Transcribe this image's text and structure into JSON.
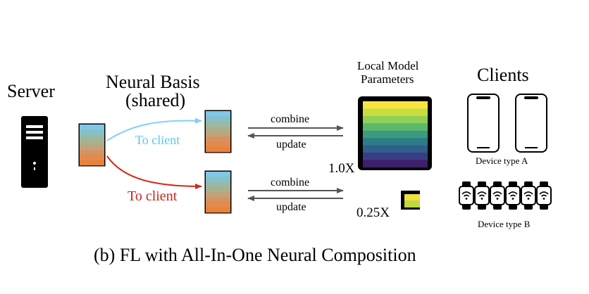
{
  "server": {
    "title": "Server"
  },
  "basis": {
    "title_line1": "Neural Basis",
    "title_line2": "(shared)"
  },
  "arrows": {
    "to_client_top": "To client",
    "to_client_bottom": "To client"
  },
  "exchange": {
    "combine": "combine",
    "update": "update"
  },
  "local_model": {
    "title_line1": "Local Model",
    "title_line2": "Parameters",
    "scale_large": "1.0X",
    "scale_small": "0.25X"
  },
  "clients": {
    "title": "Clients",
    "device_a": "Device type A",
    "device_b": "Device type B"
  },
  "caption": "(b) FL with All-In-One Neural Composition",
  "colors": {
    "top_arrow": "#7fd1f5",
    "bottom_arrow": "#d42a1c",
    "top_label": "#5ac8f0",
    "bottom_label": "#cc2418",
    "basis_gradient": [
      "#7fc8e8",
      "#86c0c8",
      "#97b9a8",
      "#aab08c",
      "#c2a27a",
      "#d69260",
      "#e48a4a",
      "#e8823c"
    ],
    "model_bands": [
      "#f7e542",
      "#c8dd3f",
      "#8fd056",
      "#5ab96b",
      "#3a9b7f",
      "#2d7d88",
      "#2f5f8a",
      "#3a3d84",
      "#3e1f6a"
    ]
  }
}
